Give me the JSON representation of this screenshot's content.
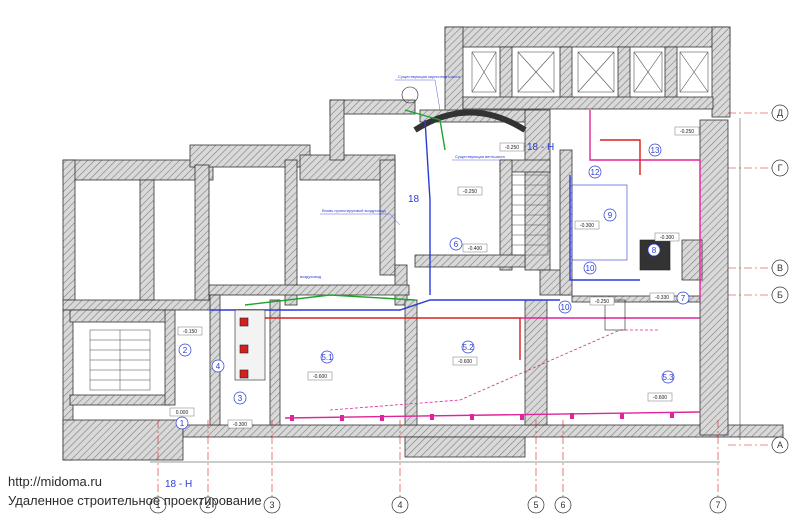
{
  "watermark": {
    "url": "http://midoma.ru",
    "tagline": "Удаленное строительное проектирование"
  },
  "section_marks": [
    "18 - Н",
    "18",
    "18 - Н"
  ],
  "axes_vertical": [
    "1",
    "2",
    "3",
    "4",
    "5",
    "6",
    "7"
  ],
  "axes_horizontal": [
    "Д",
    "Г",
    "В",
    "Б",
    "А"
  ],
  "room_numbers": [
    "1",
    "2",
    "3",
    "4",
    "5.1",
    "5.2",
    "5.3",
    "6",
    "7",
    "8",
    "9",
    "10",
    "10",
    "12",
    "13"
  ],
  "levels": [
    "0.000",
    "-0.300",
    "-0.150",
    "-0.600",
    "-0.600",
    "-0.600",
    "-0.250",
    "-0.250",
    "-0.250",
    "-0.300",
    "-0.400",
    "-0.330",
    "-0.300",
    "-0.250"
  ],
  "notes": [
    "Существующая кирпичная шахта",
    "Существующая вентшахта",
    "Вновь проектируемый воздуховод",
    "воздуховод"
  ],
  "colors": {
    "wall_hatch": "#9a9a9a",
    "duct_supply": "#e0249b",
    "duct_exhaust": "#2a3bd6",
    "duct_outdoor": "#1fa32a",
    "duct_red": "#d62020",
    "axis": "#d62020"
  }
}
